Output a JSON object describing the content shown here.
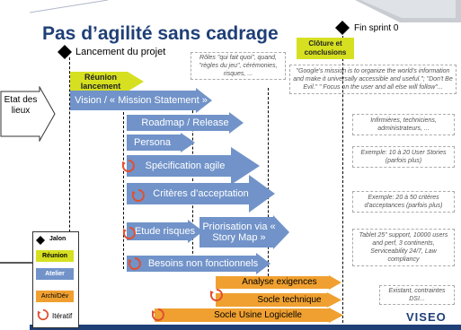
{
  "title": "Pas d’agilité sans cadrage",
  "milestones": {
    "start": "Lancement du projet",
    "end": "Fin sprint 0"
  },
  "boxes": {
    "reunion_lancement": "Réunion lancement",
    "cloture": "Clôture et conclusions",
    "etat_des_lieux": "Etat des lieux"
  },
  "ateliers": {
    "vision": "Vision / « Mission Statement »",
    "roadmap": "Roadmap / Release",
    "persona": "Persona",
    "specification": "Spécification agile",
    "criteres": "Critères d’acceptation",
    "etude_risques": "Etude risques",
    "priorisation": "Priorisation via « Story Map »",
    "besoins": "Besoins non fonctionnels"
  },
  "archi": {
    "analyse": "Analyse exigences",
    "socle_technique": "Socle technique",
    "socle_usine": "Socle Usine Logicielle"
  },
  "notes": {
    "roles": "Rôles \"qui fait quoi\", quand, \"règles du jeu\", cérémonies, risques, ...",
    "google": "\"Google's mission is to organize the world's information and make it universally accessible and useful.\"; \"Don't Be Evil.\" \" Focus on the user and all else will follow\"...",
    "infirmieres": "Infirmières, techniciens, administrateurs, ...",
    "stories": "Exemple: 10 à 20 User Stories (parfois plus)",
    "criteres": "Exemple: 20 à 50 critères d'acceptances (parfois plus)",
    "tablet": "Tablet 25\" support, 10000 users and perf, 3 continents, Serviceability 24/7, Law compliancy",
    "contraintes": "Existant, contraintes DSI..."
  },
  "legend": {
    "jalon": "Jalon",
    "reunion": "Réunion",
    "atelier": "Atelier",
    "archi": "Archi/Dév",
    "iteratif": "Itératif"
  },
  "logo": "VISEO",
  "colors": {
    "title": "#1f3f77",
    "atelier": "#7193c9",
    "reunion": "#d6e021",
    "archi": "#f0a030",
    "cycle": "#e05030"
  }
}
